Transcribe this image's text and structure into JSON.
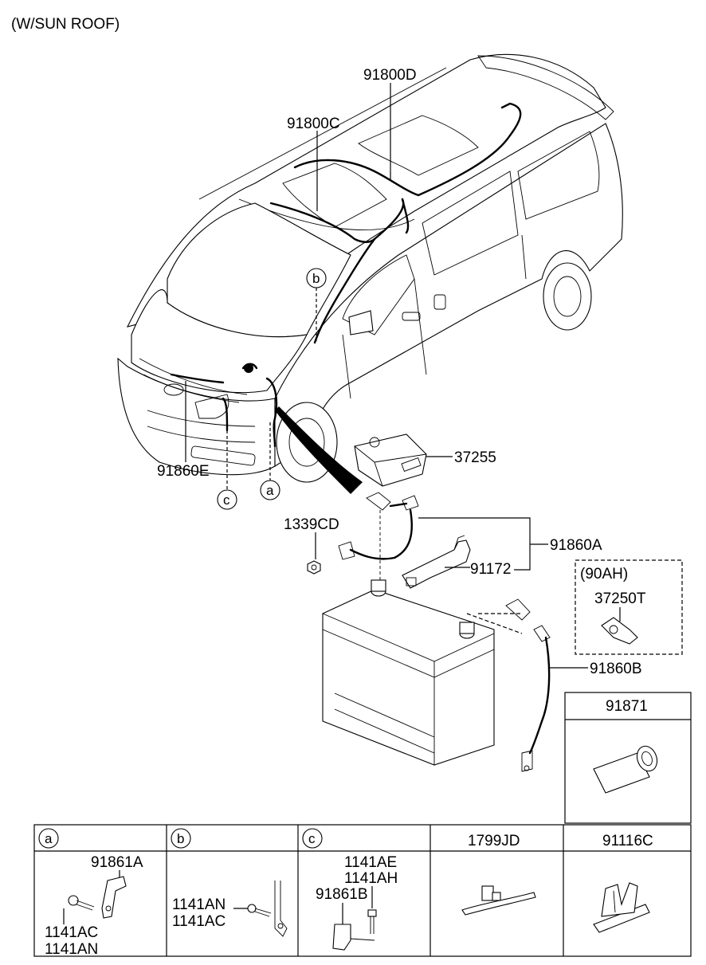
{
  "header": {
    "variant_note": "(W/SUN ROOF)"
  },
  "callouts": {
    "harness_roof_d": "91800D",
    "harness_roof_c": "91800C",
    "harness_front_e": "91860E",
    "relay_box": "37255",
    "nut": "1339CD",
    "battery_cable_a": "91860A",
    "bracket": "91172",
    "battery_cable_b": "91860B",
    "option_90ah": "(90AH)",
    "terminal_90ah": "37250T"
  },
  "circle_markers": {
    "a": "a",
    "b": "b",
    "c": "c"
  },
  "detail_panels": {
    "p91871": {
      "title": "91871"
    },
    "a": {
      "marker": "a",
      "parts": [
        "91861A",
        "1141AC",
        "1141AN"
      ]
    },
    "b": {
      "marker": "b",
      "parts": [
        "1141AN",
        "1141AC"
      ]
    },
    "c": {
      "marker": "c",
      "parts": [
        "1141AE",
        "1141AH",
        "91861B"
      ]
    },
    "p1799jd": {
      "title": "1799JD"
    },
    "p91116c": {
      "title": "91116C"
    }
  }
}
